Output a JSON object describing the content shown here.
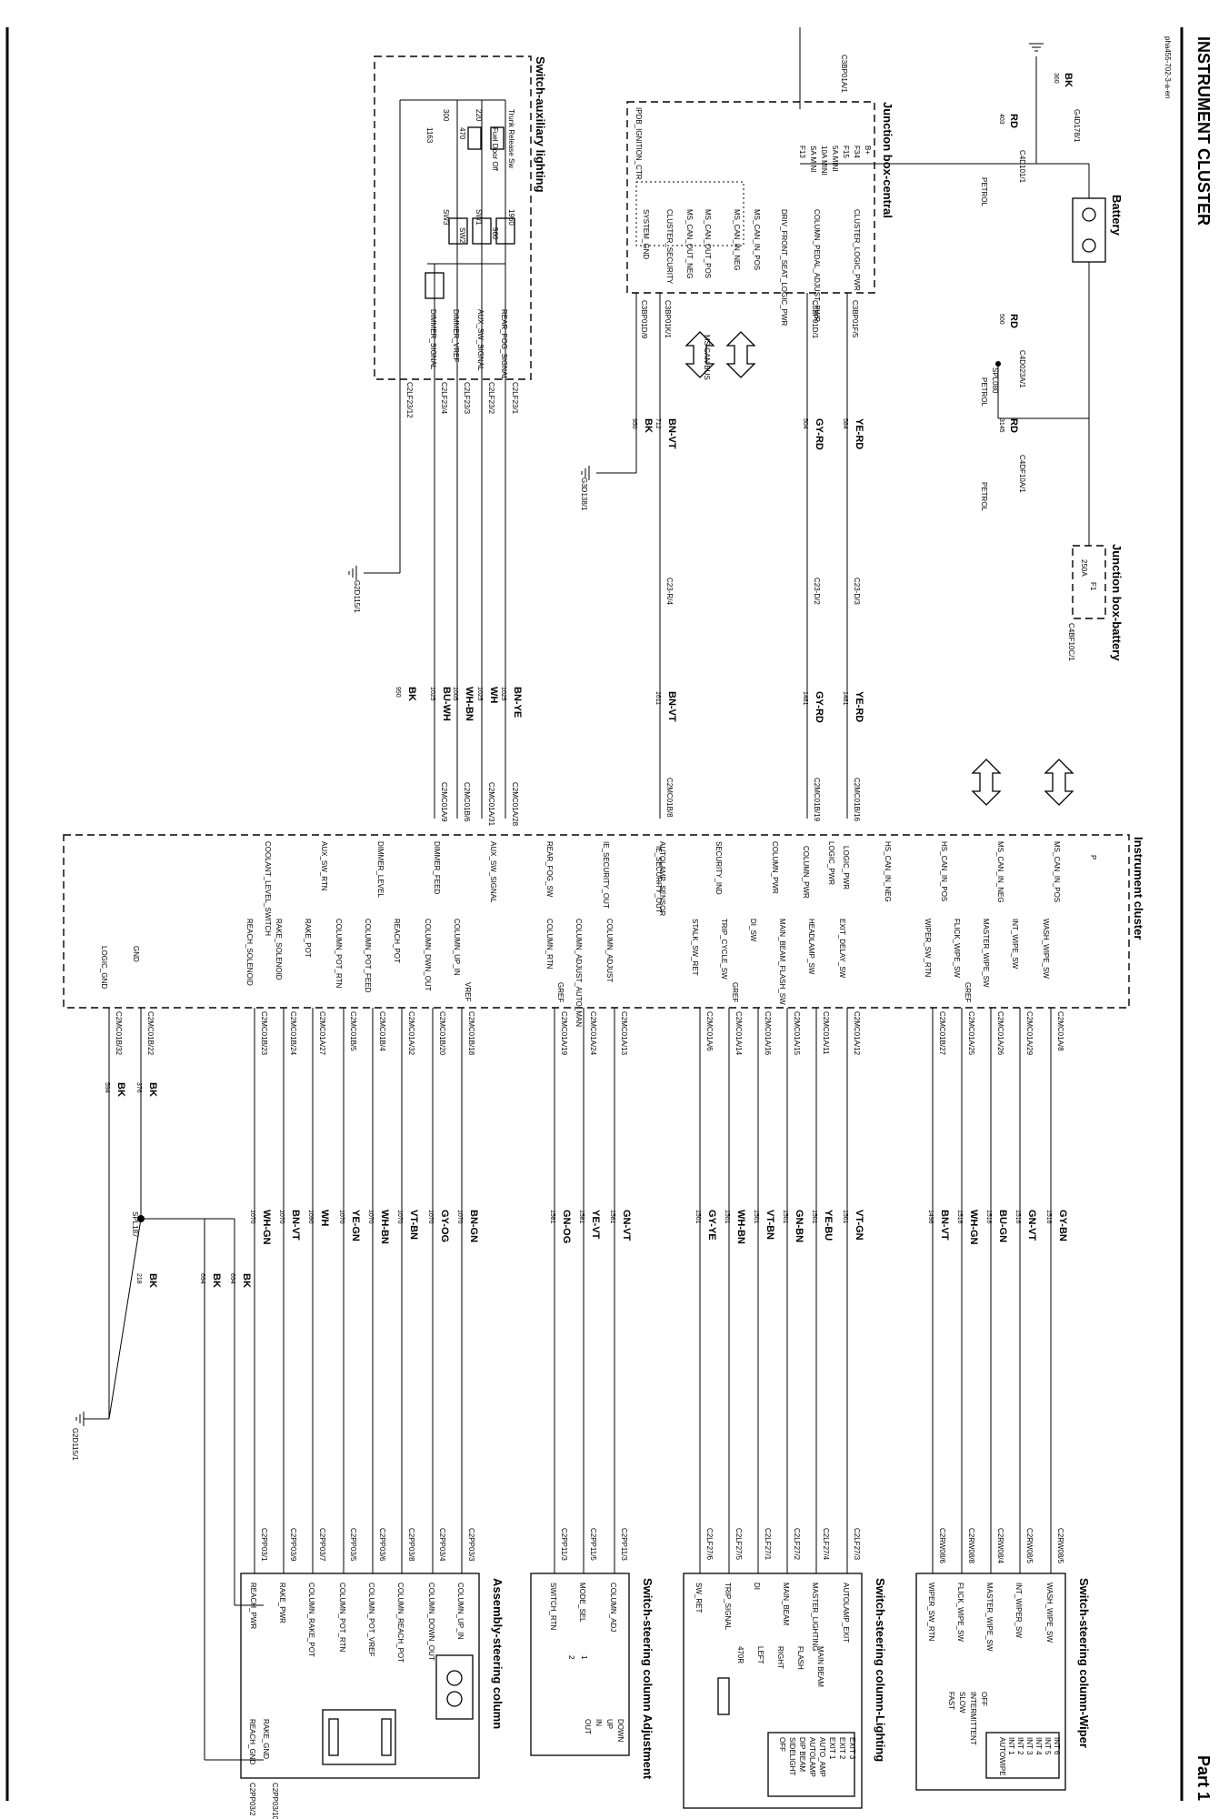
{
  "page": {
    "title": "INSTRUMENT CLUSTER",
    "part": "Part 1",
    "code": "pha455-702-3-a-en"
  },
  "components": {
    "battery": "Battery",
    "jb_battery": "Junction box-battery",
    "jb_central": "Junction box-central",
    "aux_switch": "Switch-auxiliary lighting",
    "cluster": "Instrument cluster",
    "wiper_switch": "Switch-steering column-Wiper",
    "lighting_switch": "Switch-steering column-Lighting",
    "adjust_switch": "Switch-steering column Adjustment",
    "steering_assembly": "Assembly-steering column"
  },
  "top_wires": [
    {
      "color": "BK",
      "number": "360",
      "connector": "G4D178/1"
    },
    {
      "color": "RD",
      "number": "403",
      "connector": "C4D101/1",
      "note": "PETROL"
    },
    {
      "color": "RD",
      "number": "500",
      "connector": "C4D023A/1",
      "note": "PETROL"
    },
    {
      "color": "RD",
      "number": "3145",
      "connector": "C4DF10A/1",
      "note": "PETROL"
    }
  ],
  "splices": [
    "SPL080",
    "SPL187"
  ],
  "jb_battery_fuse": {
    "id": "F1",
    "rating": "250A",
    "connector": "C4BF10C/1"
  },
  "jb_central": {
    "input_connector": "C3BP01A/1",
    "pins": [
      "B+",
      "F34",
      "F15",
      "5A MINI",
      "10A MINI",
      "SA MINI",
      "F13"
    ],
    "signals": [
      "CLUSTER_LOGIC_PWR",
      "COLUMN_PEDAL_ADJUST_PWR",
      "DRIV_FRONT_SEAT_LOGIC_PWR",
      "MS_CAN_IN_POS",
      "MS_CAN_IN_NEG",
      "MS_CAN_OUT_POS",
      "MS_CAN_OUT_NEG",
      "CLUSTER_SECURITY",
      "SYSTEM_GND",
      "IPDB_IGNITION_CTR"
    ],
    "connectors": [
      "C3BP01F/5",
      "C3BP01D/1",
      "C3BP01K/1",
      "C3BP01D/9",
      "C3BP01A/1"
    ],
    "bus_label": "MS CAN BUS"
  },
  "jb_wires": [
    {
      "color": "YE-RD",
      "number": "584",
      "inline": "C23-D/3"
    },
    {
      "color": "GY-RD",
      "number": "504",
      "inline": "C23-D/2"
    },
    {
      "color": "BN-VT",
      "number": "712",
      "inline": "C23-R/4"
    },
    {
      "color": "BK",
      "number": "950",
      "ground": "G3D138/1"
    }
  ],
  "jb_to_cluster": [
    {
      "color": "YE-RD",
      "number": "1481",
      "connector": "C2MC01B/16",
      "signal": "LOGIC_PWR"
    },
    {
      "color": "GY-RD",
      "number": "1481",
      "connector": "C2MC01B/19",
      "signal": "COLUMN_PWR"
    },
    {
      "color": "BN-VT",
      "number": "1611",
      "connector": "C2MC01B/8",
      "signal": "IE_SECURITY_OUT"
    }
  ],
  "aux_wires": [
    {
      "color": "BN-YE",
      "number": "1025",
      "connector": "C2LF23/1",
      "cluster": "C2MC01A/28",
      "signal": "REAR_FOG_SIGNAL"
    },
    {
      "color": "WH",
      "number": "1025",
      "connector": "C2LF23/2",
      "cluster": "C2MC01A/31",
      "signal": "AUX_SW_SIGNAL"
    },
    {
      "color": "WH-BN",
      "number": "1005",
      "connector": "C2LF23/3",
      "cluster": "C2MC01B/6",
      "signal": "DIMMER_VREF"
    },
    {
      "color": "BU-WH",
      "number": "1025",
      "connector": "C2LF23/4",
      "cluster": "C2MC01A/9",
      "signal": "DIMMER_SIGNAL"
    },
    {
      "color": "BK",
      "number": "950",
      "connector": "C2LF23/12",
      "ground": "G2D115/1"
    }
  ],
  "aux_inside": [
    "Trunk Release Sw",
    "Fuel Door Off",
    "220",
    "470",
    "300",
    "1163",
    "1960",
    "560",
    "SW1",
    "SW2",
    "SW3"
  ],
  "cluster_pins_left": [
    "MS_CAN_IN_POS",
    "MS_CAN_IN_NEG",
    "HS_CAN_IN_POS",
    "HS_CAN_IN_NEG",
    "LOGIC_PWR",
    "COLUMN_PWR",
    "SECURITY_IND",
    "AUTOLAMP_SENSOR",
    "IE_SECURITY_OUT",
    "REAR_FOG_SW",
    "AUX_SW_SIGNAL",
    "DIMMER_FEED",
    "DIMMER_LEVEL",
    "AUX_SW_RTN",
    "COOLANT_LEVEL_SWITCH"
  ],
  "cluster_outputs": [
    {
      "signal": "WASH_WIPE_SW",
      "connector": "C2MC01A/8",
      "color": "GY-BN",
      "number": "1516",
      "target": "C2RW08/5",
      "target_signal": "WASH_WIPE_SW",
      "group": "wiper"
    },
    {
      "signal": "INT_WIPE_SW",
      "connector": "C2MC01A/29",
      "color": "GN-VT",
      "number": "1516",
      "target": "C2RW08/5",
      "target_signal": "INT_WIPER_SW",
      "group": "wiper"
    },
    {
      "signal": "MASTER_WIPE_SW",
      "connector": "C2MC01A/26",
      "color": "BU-GN",
      "number": "1516",
      "target": "C2RW08/4",
      "target_signal": "MASTER_WIPE_SW",
      "group": "wiper"
    },
    {
      "signal": "FLICK_WIPE_SW",
      "connector": "C2MC01A/25",
      "color": "WH-GN",
      "number": "1516",
      "target": "C2RW08/8",
      "target_signal": "FLICK_WIPE_SW",
      "group": "wiper"
    },
    {
      "signal": "WIPER_SW_RTN",
      "connector": "C2MC01B/27",
      "color": "BN-VT",
      "number": "1496",
      "target": "C2RW08/6",
      "target_signal": "WIPER_SW_RTN",
      "group": "wiper"
    },
    {
      "signal": "EXIT_DELAY_SW",
      "connector": "C2MC01A/12",
      "color": "VT-GN",
      "number": "1501",
      "target": "C2LF27/3",
      "target_signal": "AUTOLAMP_EXIT",
      "group": "lighting"
    },
    {
      "signal": "HEADLAMP_SW",
      "connector": "C2MC01A/11",
      "color": "YE-BU",
      "number": "1501",
      "target": "C2LF27/4",
      "target_signal": "MASTER_LIGHTING",
      "group": "lighting"
    },
    {
      "signal": "MAIN_BEAM_FLASH_SW",
      "connector": "C2MC01A/15",
      "color": "GN-BN",
      "number": "1501",
      "target": "C2LF27/2",
      "target_signal": "MAIN_BEAM",
      "group": "lighting"
    },
    {
      "signal": "DI_SW",
      "connector": "C2MC01A/16",
      "color": "VT-BN",
      "number": "1501",
      "target": "C2LF27/1",
      "target_signal": "DI",
      "group": "lighting"
    },
    {
      "signal": "TRIP_CYCLE_SW",
      "connector": "C2MC01A/14",
      "color": "WH-BN",
      "number": "1501",
      "target": "C2LF27/5",
      "target_signal": "TRIP_SIGNAL",
      "group": "lighting"
    },
    {
      "signal": "STALK_SW_RET",
      "connector": "C2MC01A/6",
      "color": "GY-YE",
      "number": "1501",
      "target": "C2LF27/6",
      "target_signal": "SW_RET",
      "group": "lighting"
    },
    {
      "signal": "COLUMN_ADJUST",
      "connector": "C2MC01A/13",
      "color": "GN-VT",
      "number": "1581",
      "target": "C2PP11/3",
      "target_signal": "COLUMN_ADJ",
      "group": "adjust"
    },
    {
      "signal": "COLUMN_ADJUST_AUTO_MAN",
      "connector": "C2MC01A/24",
      "color": "YE-VT",
      "number": "1581",
      "target": "C2PP11/5",
      "target_signal": "MODE_SEL",
      "group": "adjust"
    },
    {
      "signal": "COLUMN_RTN",
      "connector": "C2MC01A/19",
      "color": "GN-OG",
      "number": "1581",
      "target": "C2PP11/3",
      "target_signal": "SWITCH_RTN",
      "group": "adjust"
    },
    {
      "signal": "COLUMN_UP_IN",
      "connector": "C2MC01B/18",
      "color": "BN-GN",
      "number": "1070",
      "target": "C2PP03/3",
      "target_signal": "COLUMN_UP_IN",
      "group": "assembly"
    },
    {
      "signal": "COLUMN_DWN_OUT",
      "connector": "C2MC01B/20",
      "color": "GY-OG",
      "number": "1070",
      "target": "C2PP03/4",
      "target_signal": "COLUMN_DOWN_OUT",
      "group": "assembly"
    },
    {
      "signal": "REACH_POT",
      "connector": "C2MC01A/32",
      "color": "VT-BN",
      "number": "1070",
      "target": "C2PP03/8",
      "target_signal": "COLUMN_REACH_POT",
      "group": "assembly"
    },
    {
      "signal": "COLUMN_POT_FEED",
      "connector": "C2MC01B/4",
      "color": "WH-BN",
      "number": "1070",
      "target": "C2PP03/6",
      "target_signal": "COLUMN_POT_VREF",
      "group": "assembly"
    },
    {
      "signal": "COLUMN_POT_RTN",
      "connector": "C2MC01B/5",
      "color": "YE-GN",
      "number": "1070",
      "target": "C2PP03/5",
      "target_signal": "COLUMN_POT_RTN",
      "group": "assembly"
    },
    {
      "signal": "RAKE_POT",
      "connector": "C2MC01A/27",
      "color": "WH",
      "number": "1090",
      "target": "C2PP03/7",
      "target_signal": "COLUMN_RAKE_POT",
      "group": "assembly"
    },
    {
      "signal": "RAKE_SOLENOID",
      "connector": "C2MC01B/24",
      "color": "BN-VT",
      "number": "1070",
      "target": "C2PP03/9",
      "target_signal": "RAKE_PWR",
      "group": "assembly"
    },
    {
      "signal": "REACH_SOLENOID",
      "connector": "C2MC01B/23",
      "color": "WH-GN",
      "number": "1070",
      "target": "C2PP03/1",
      "target_signal": "REACH_PWR",
      "group": "assembly"
    }
  ],
  "gnd_wires": [
    {
      "signal": "GND",
      "connector": "C2MC01B/22",
      "color": "BK",
      "number": "376"
    },
    {
      "signal": "LOGIC_GND",
      "connector": "C2MC01B/32",
      "color": "BK",
      "number": "594"
    },
    {
      "color": "BK",
      "number": "694"
    },
    {
      "color": "BK",
      "number": "694"
    },
    {
      "color": "BK",
      "number": "218",
      "ground": "G2D115/1"
    }
  ],
  "assembly_extra": {
    "rake_gnd": "RAKE_GND",
    "reach_gnd": "REACH_GND",
    "c10": "C2PP03/10",
    "c2": "C2PP03/2"
  },
  "wiper_positions": [
    "INT 6",
    "INT 5",
    "INT 4",
    "INT 3",
    "INT 2",
    "INT 1",
    "AUTOWIPE",
    "OFF",
    "INTERMITTENT",
    "SLOW",
    "FAST"
  ],
  "lighting_positions": [
    "EXIT 3",
    "EXIT 2",
    "EXIT 1",
    "AUTO_AMP",
    "AUTOLAMP",
    "DIP BEAM",
    "SIDELIGHT",
    "OFF",
    "MAIN BEAM",
    "FLASH",
    "RIGHT",
    "LEFT",
    "470R"
  ],
  "adjust_positions": [
    "DOWN",
    "UP",
    "IN",
    "OUT",
    "1",
    "2"
  ],
  "common_labels": {
    "vref": "VREF",
    "gref": "GREF",
    "p": "P"
  }
}
